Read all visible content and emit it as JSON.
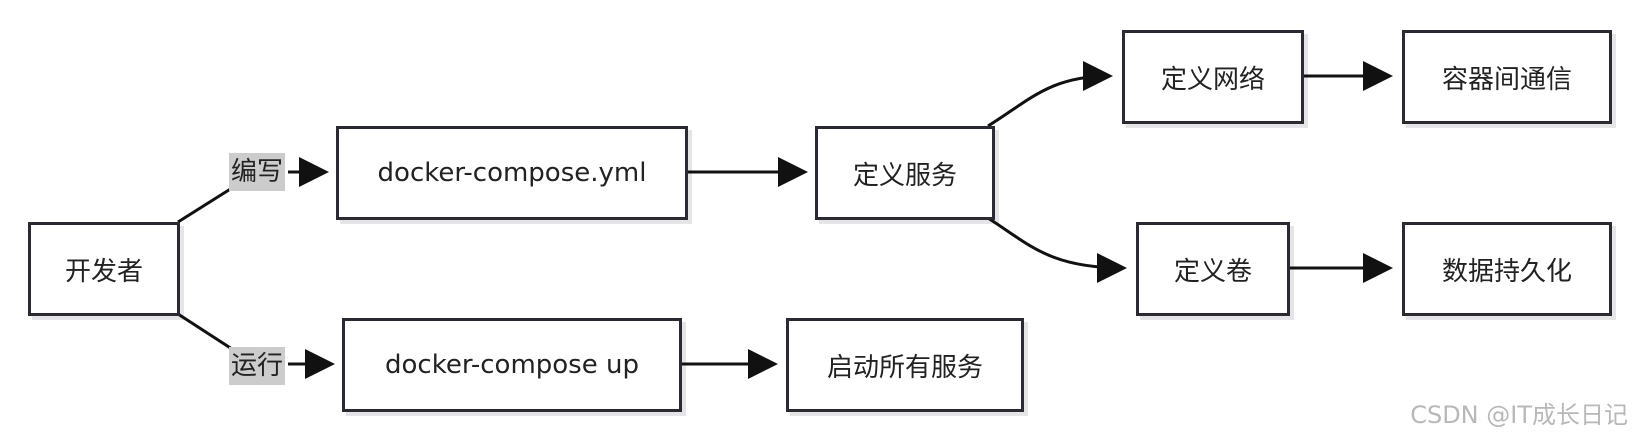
{
  "diagram": {
    "nodes": {
      "developer": "开发者",
      "compose_yml": "docker-compose.yml",
      "compose_up": "docker-compose up",
      "define_services": "定义服务",
      "start_all": "启动所有服务",
      "define_network": "定义网络",
      "define_volume": "定义卷",
      "container_comm": "容器间通信",
      "persistence": "数据持久化"
    },
    "edge_labels": {
      "write": "编写",
      "run": "运行"
    },
    "colors": {
      "stroke": "#2b2a33",
      "label_bg": "#cccccc"
    }
  },
  "watermark": "CSDN @IT成长日记"
}
